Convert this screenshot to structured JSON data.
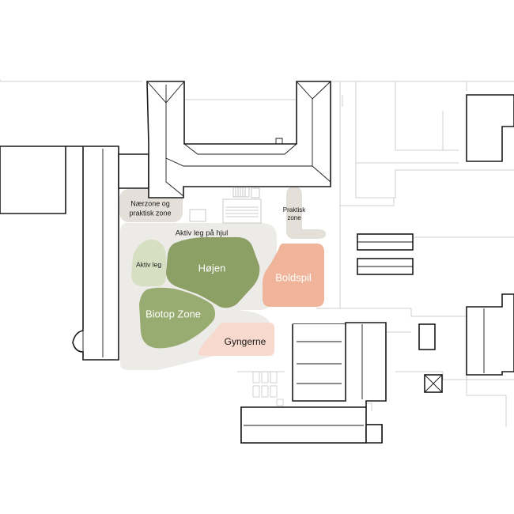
{
  "zones": {
    "naerzone": {
      "line1": "Nærzone og",
      "line2": "praktisk zone",
      "color": "#e4dfd9"
    },
    "praktisk": {
      "line1": "Praktisk",
      "line2": "zone",
      "color": "#e4dfd9"
    },
    "aktiv_hjul": {
      "label": "Aktiv leg på hjul",
      "color": "#ecebe8"
    },
    "aktiv_leg": {
      "label": "Aktiv leg",
      "color": "#d7dfc2"
    },
    "hojen": {
      "label": "Højen",
      "color": "#8ca066"
    },
    "biotop": {
      "label": "Biotop Zone",
      "color": "#98ab70"
    },
    "boldspil": {
      "label": "Boldspil",
      "color": "#efb49a"
    },
    "gyngerne": {
      "label": "Gyngerne",
      "color": "#f7d9cd"
    }
  }
}
